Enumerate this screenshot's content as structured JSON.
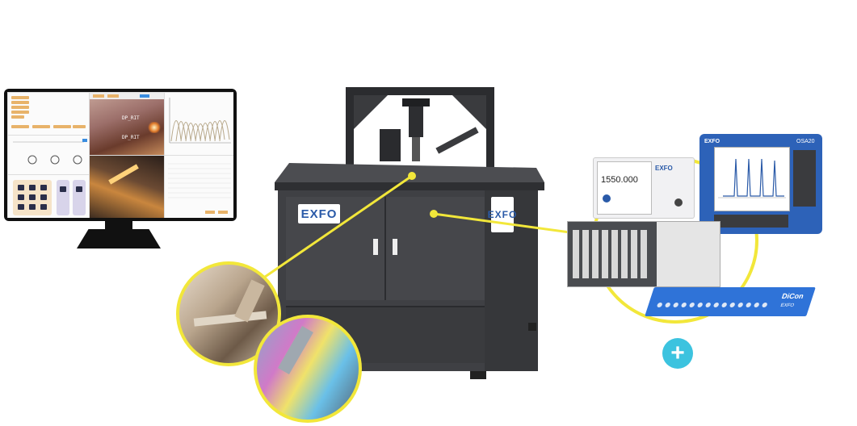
{
  "station": {
    "logo_front": "EXFO",
    "logo_side": "EXFO"
  },
  "laser": {
    "brand": "EXFO",
    "wavelength": "1550.000"
  },
  "osa": {
    "brand": "EXFO",
    "model": "OSA20"
  },
  "switch": {
    "brand": "DiCon",
    "partner": "EXFO"
  },
  "software": {
    "label_1": "DP_RIT",
    "label_2": "DP_RIT"
  },
  "colors": {
    "highlight": "#f2e73a",
    "accent": "#3cc3df",
    "brand_blue": "#2a5aa8",
    "cabinet": "#3c3d40"
  },
  "icons": {
    "plus": "plus-icon"
  }
}
